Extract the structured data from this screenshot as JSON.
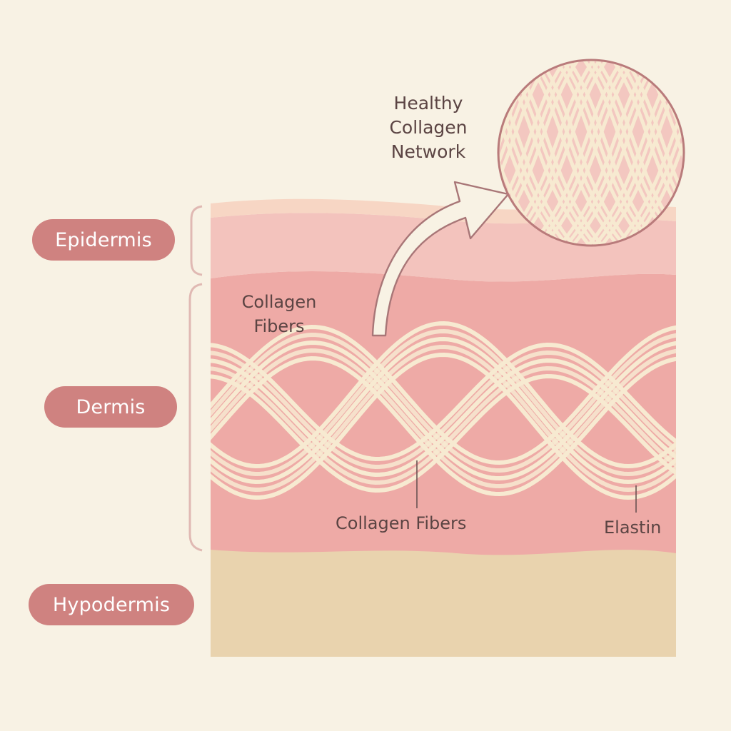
{
  "layers": [
    {
      "label": "Epidermis"
    },
    {
      "label": "Dermis"
    },
    {
      "label": "Hypodermis"
    }
  ],
  "annotations": {
    "healthy_network": [
      "Healthy",
      "Collagen",
      "Network"
    ],
    "collagen_fibers_top": [
      "Collagen",
      "Fibers"
    ],
    "collagen_fibers_bottom": "Collagen Fibers",
    "elastin": "Elastin"
  },
  "colors": {
    "background": "#f8f2e4",
    "epidermis_top": "#f7d6c4",
    "epidermis": "#f3c3bd",
    "dermis": "#eeaaa6",
    "hypodermis": "#e9d3ae",
    "fiber": "#f7ead1",
    "pill": "#cf8280",
    "bracket": "#e0b9b3",
    "text": "#5b4443",
    "magnifier_border": "#b97b7b"
  }
}
